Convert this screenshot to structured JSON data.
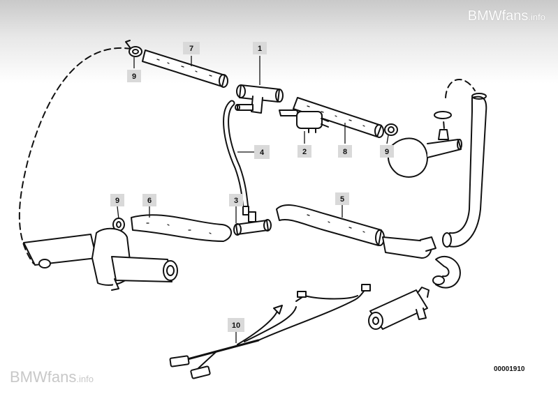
{
  "watermark": {
    "top_brand": "BMWfans",
    "top_suffix": ".info",
    "bottom_brand": "BMWfans",
    "bottom_suffix": ".info"
  },
  "diagram_number": "00001910",
  "callouts": {
    "c1": "1",
    "c2": "2",
    "c3": "3",
    "c4": "4",
    "c5": "5",
    "c6": "6",
    "c7": "7",
    "c8": "8",
    "c9a": "9",
    "c9b": "9",
    "c9c": "9",
    "c10": "10"
  },
  "colors": {
    "line": "#111111",
    "label_bg": "#d9d9d9",
    "band_top": "#c9c9c9"
  }
}
